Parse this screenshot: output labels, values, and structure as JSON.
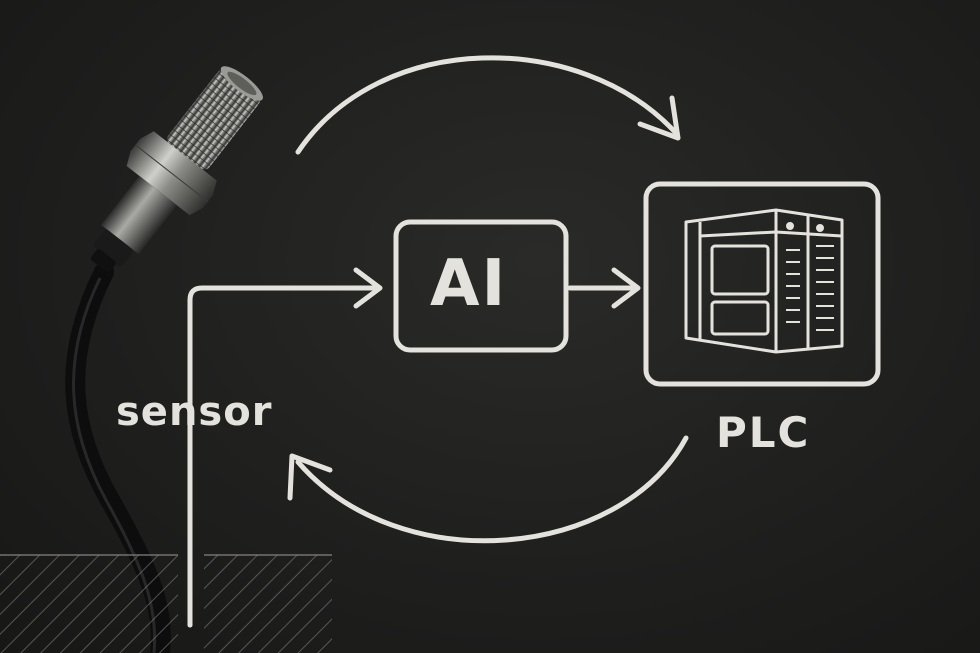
{
  "diagram": {
    "nodes": {
      "sensor": {
        "label": "sensor"
      },
      "ai": {
        "label": "AI"
      },
      "plc": {
        "label": "PLC"
      }
    },
    "colors": {
      "background": "#1d1d1c",
      "chalk": "#e4e2dc"
    }
  }
}
